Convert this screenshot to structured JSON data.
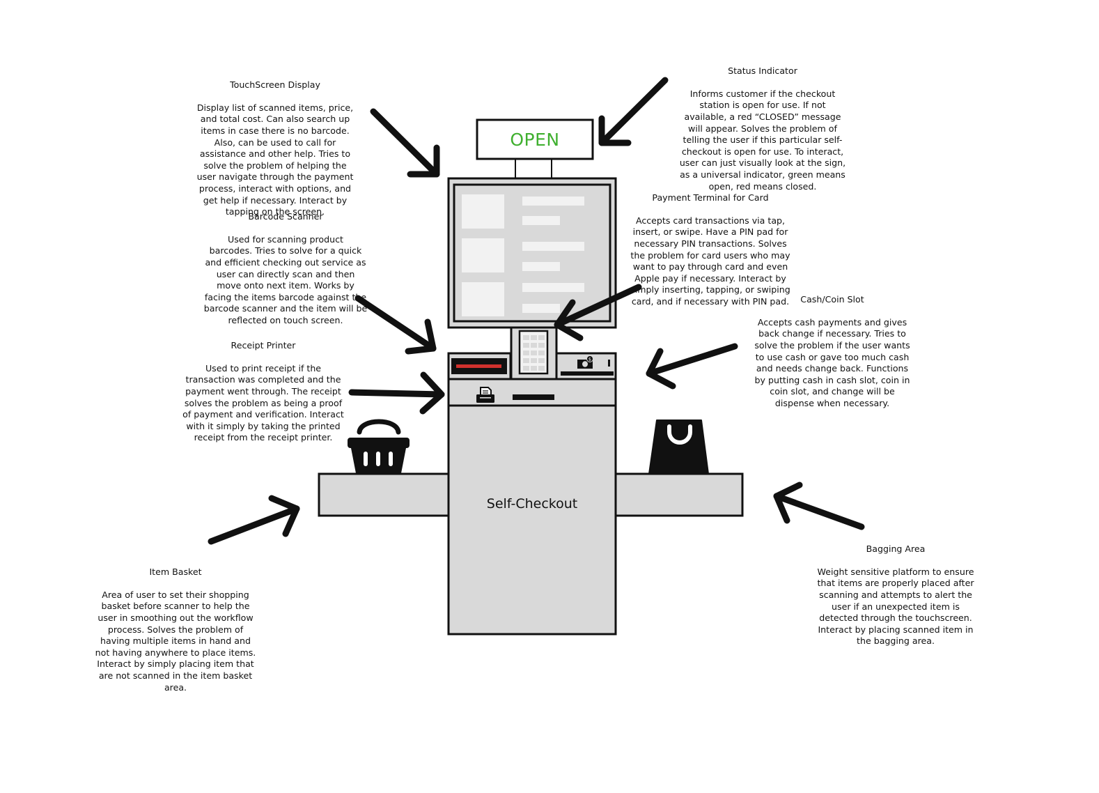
{
  "colors": {
    "panel": "#d9d9d9",
    "outline": "#111111",
    "screen_block": "#f2f2f2",
    "sign_text": "#40b030",
    "scanner_light": "#d0312d"
  },
  "sign": {
    "text": "OPEN"
  },
  "machine": {
    "label": "Self-Checkout"
  },
  "annotations": {
    "touchscreen": {
      "title": "TouchScreen Display",
      "description": "Display list of scanned items, price,\nand total cost. Can also search up\nitems in case there is no barcode.\nAlso, can be used to call for\nassistance and other help. Tries to\nsolve the problem of helping the\nuser navigate through the payment\nprocess, interact with options, and\nget help if necessary. Interact by\ntapping on the screen."
    },
    "status": {
      "title": "Status Indicator",
      "description": "Informs customer if the checkout\nstation is open for use. If not\navailable, a red “CLOSED” message\nwill appear. Solves the problem of\ntelling the user if this particular self-\ncheckout is open for use. To interact,\nuser can just visually look at the sign,\nas a universal indicator, green means\nopen, red means closed."
    },
    "payment": {
      "title": "Payment Terminal for Card",
      "description": "Accepts card transactions via tap,\ninsert, or swipe. Have a PIN pad for\nnecessary PIN transactions. Solves\nthe problem for card users who may\nwant to pay through card and even\nApple pay if necessary. Interact by\nsimply inserting, tapping, or swiping\ncard, and if necessary with PIN pad."
    },
    "barcode": {
      "title": "Barcode Scanner",
      "description": "Used for scanning product\nbarcodes. Tries to solve for a quick\nand efficient checking out service as\nuser can directly scan and then\nmove onto next item. Works by\nfacing the items barcode against the\nbarcode scanner and the item will be\nreflected on touch screen."
    },
    "cash": {
      "title": "Cash/Coin Slot",
      "description": "Accepts cash payments and gives\nback change if necessary. Tries to\nsolve the problem if the user wants\nto use cash or gave too much cash\nand needs change back. Functions\nby putting cash in cash slot, coin in\ncoin slot, and change will be\ndispense when necessary."
    },
    "receipt": {
      "title": "Receipt Printer",
      "description": "Used to print receipt if the\ntransaction was completed and the\npayment went through. The receipt\nsolves the problem as being a proof\nof payment and verification. Interact\nwith it simply by taking the printed\nreceipt from the receipt printer."
    },
    "basket": {
      "title": "Item Basket",
      "description": "Area of user to set their shopping\nbasket before scanner to help the\nuser in smoothing out the workflow\nprocess. Solves the problem of\nhaving multiple items in hand and\nnot having anywhere to place items.\nInteract by simply placing item that\nare not scanned in the item basket\narea."
    },
    "bagging": {
      "title": "Bagging Area",
      "description": "Weight sensitive platform to ensure\nthat items are properly placed after\nscanning and attempts to alert the\nuser if an unexpected item is\ndetected through the touchscreen.\nInteract by placing scanned item in\nthe bagging area."
    }
  }
}
